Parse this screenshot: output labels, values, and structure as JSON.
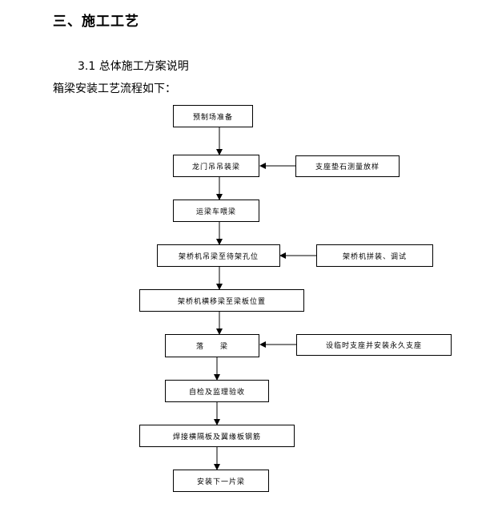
{
  "section": {
    "heading": "三、施工工艺",
    "subheading": "3.1 总体施工方案说明",
    "intro": "箱梁安装工艺流程如下："
  },
  "flowchart": {
    "main_steps": [
      "预制场准备",
      "龙门吊吊装梁",
      "运梁车喂梁",
      "架桥机吊梁至待架孔位",
      "架桥机横移梁至梁板位置",
      "落　　梁",
      "自检及监理验收",
      "焊接横隔板及翼缘板钢筋",
      "安装下一片梁"
    ],
    "side_steps": [
      "支座垫石测量放样",
      "架桥机拼装、调试",
      "设临时支座并安装永久支座"
    ]
  }
}
